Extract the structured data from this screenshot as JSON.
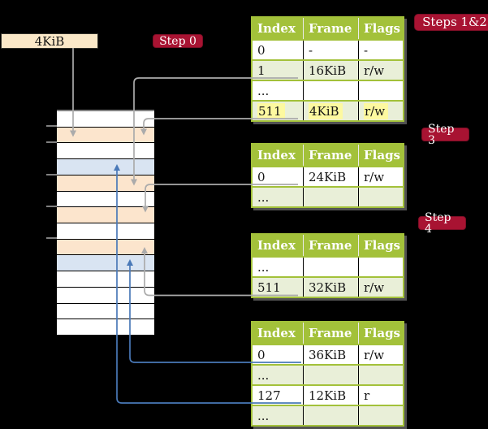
{
  "colors": {
    "bg": "#000000",
    "crimson": "#a81332",
    "olive": "#a3c13a",
    "rowgreen": "#e9efd8",
    "yellow": "#fdf9a0",
    "peach": "#fce5cd",
    "lightblue": "#d9e4f2",
    "gray": "#ababab",
    "blue": "#4a79b8",
    "cream": "#fae8c8"
  },
  "size_label": {
    "text": "4KiB"
  },
  "badges": {
    "step0": "Step 0",
    "steps12": "Steps 1&2",
    "step3": "Step 3",
    "step4": "Step 4"
  },
  "tables": [
    {
      "id": "pt-steps12",
      "headers": [
        "Index",
        "Frame",
        "Flags"
      ],
      "rows": [
        {
          "index": "0",
          "frame": "-",
          "flags": "-",
          "shaded": false,
          "highlight": false
        },
        {
          "index": "1",
          "frame": "16KiB",
          "flags": "r/w",
          "shaded": true,
          "highlight": false
        },
        {
          "index": "...",
          "frame": "",
          "flags": "",
          "shaded": false,
          "highlight": false
        },
        {
          "index": "511",
          "frame": "4KiB",
          "flags": "r/w",
          "shaded": true,
          "highlight": true
        }
      ]
    },
    {
      "id": "pt-step3",
      "headers": [
        "Index",
        "Frame",
        "Flags"
      ],
      "rows": [
        {
          "index": "0",
          "frame": "24KiB",
          "flags": "r/w",
          "shaded": false,
          "highlight": false
        },
        {
          "index": "...",
          "frame": "",
          "flags": "",
          "shaded": true,
          "highlight": false
        }
      ]
    },
    {
      "id": "pt-step4",
      "headers": [
        "Index",
        "Frame",
        "Flags"
      ],
      "rows": [
        {
          "index": "...",
          "frame": "",
          "flags": "",
          "shaded": false,
          "highlight": false
        },
        {
          "index": "511",
          "frame": "32KiB",
          "flags": "r/w",
          "shaded": true,
          "highlight": false
        }
      ]
    },
    {
      "id": "pt-final",
      "headers": [
        "Index",
        "Frame",
        "Flags"
      ],
      "rows": [
        {
          "index": "0",
          "frame": "36KiB",
          "flags": "r/w",
          "shaded": false,
          "highlight": false
        },
        {
          "index": "...",
          "frame": "",
          "flags": "",
          "shaded": true,
          "highlight": false
        },
        {
          "index": "127",
          "frame": "12KiB",
          "flags": "r",
          "shaded": false,
          "highlight": false
        },
        {
          "index": "...",
          "frame": "",
          "flags": "",
          "shaded": true,
          "highlight": false
        }
      ]
    }
  ],
  "memory": {
    "rows": [
      "white",
      "peach",
      "white",
      "blue",
      "peach",
      "white",
      "peach",
      "white",
      "peach",
      "blue",
      "white",
      "white",
      "white",
      "white"
    ]
  }
}
